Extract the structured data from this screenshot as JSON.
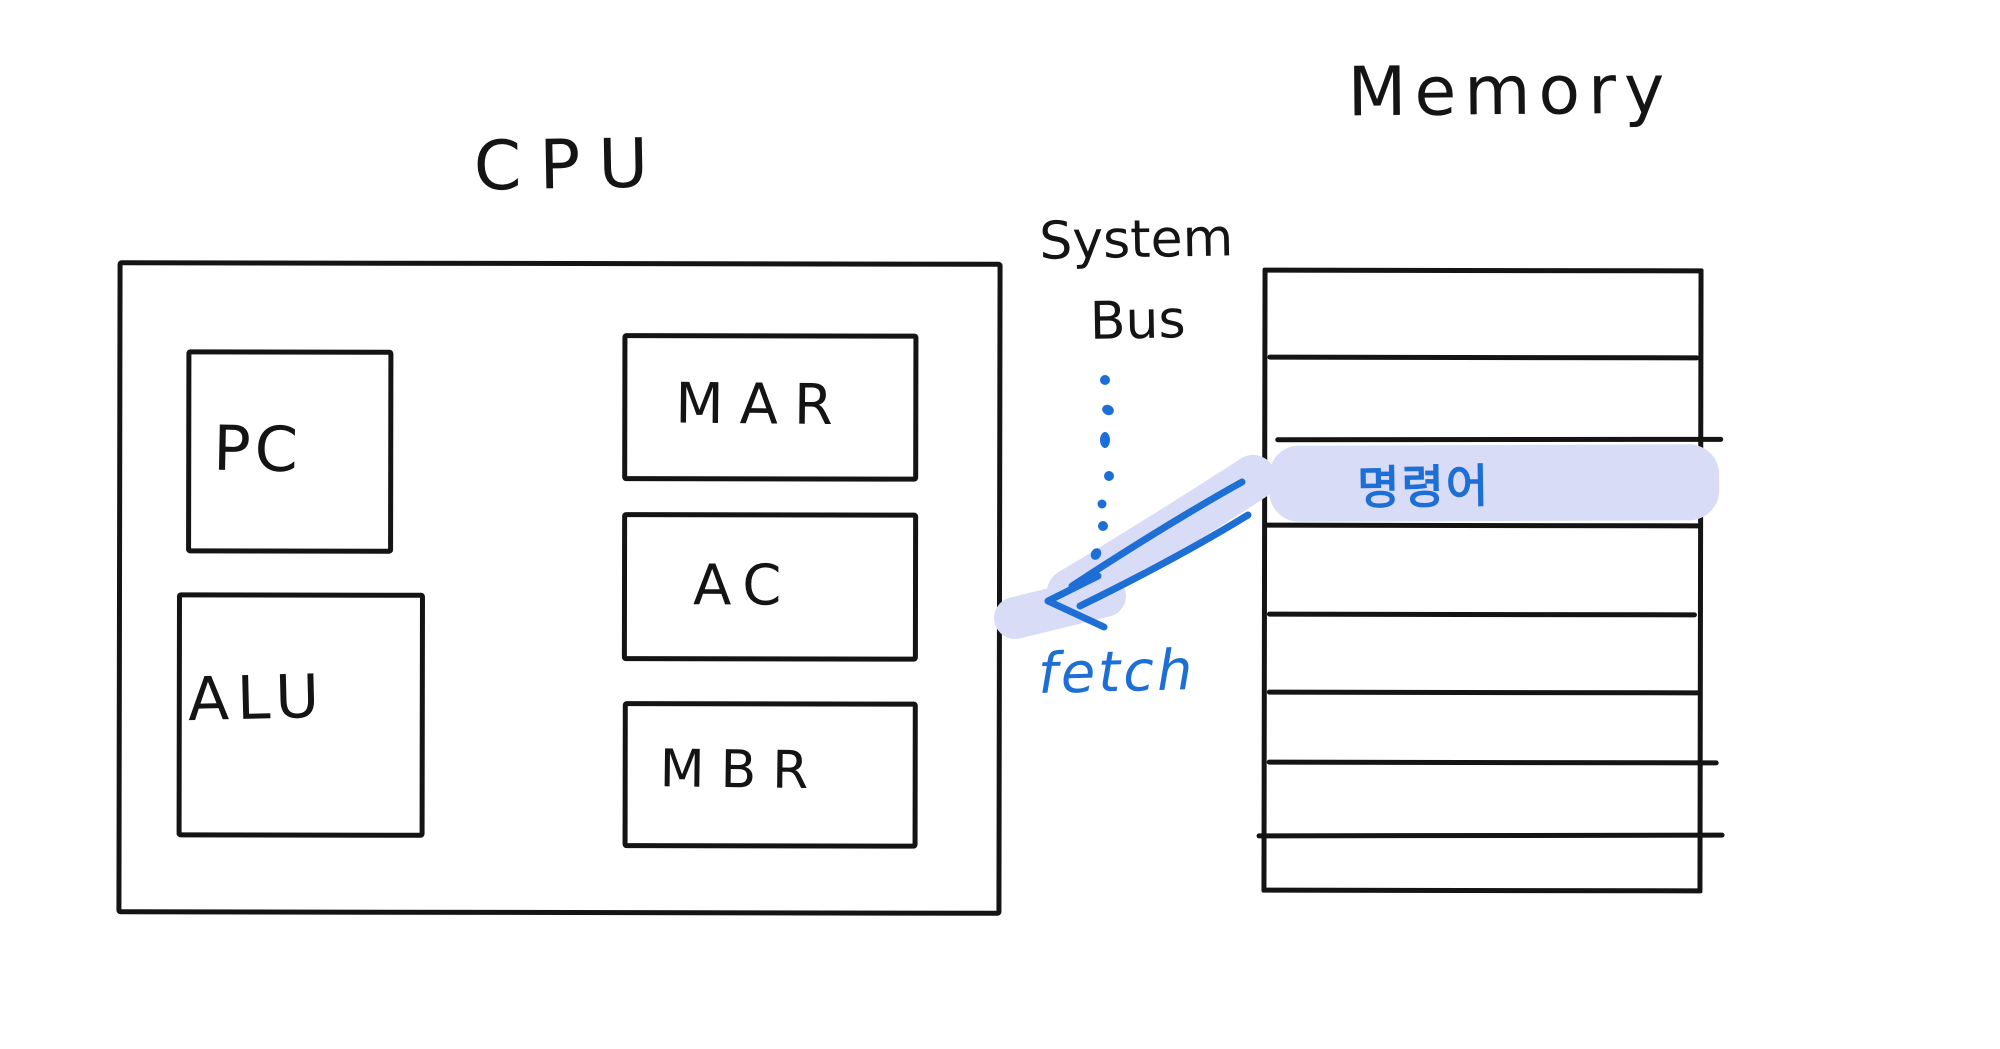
{
  "colors": {
    "ink": "#141414",
    "blue": "#1d6fd6",
    "highlight": "#d8dcf7",
    "background": "#ffffff"
  },
  "cpu": {
    "label": "CPU",
    "registers": [
      {
        "label": "PC"
      },
      {
        "label": "ALU"
      },
      {
        "label": "MAR"
      },
      {
        "label": "AC"
      },
      {
        "label": "MBR"
      }
    ]
  },
  "memory": {
    "label": "Memory",
    "row_count": 8,
    "highlighted_row": {
      "row_index": 3,
      "label": "명령어",
      "text_color": "#1d6fd6",
      "highlight_color": "#d8dcf7"
    }
  },
  "bus": {
    "label_line1": "System",
    "label_line2": "Bus"
  },
  "fetch": {
    "label": "fetch"
  }
}
